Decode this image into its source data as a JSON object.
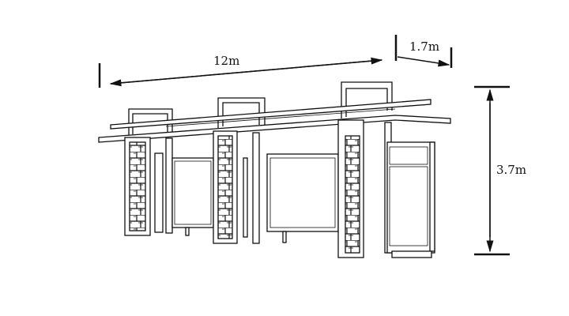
{
  "dimensions": {
    "length": "12m",
    "depth": "1.7m",
    "height": "3.7m"
  },
  "colors": {
    "line": "#111111",
    "background": "#ffffff"
  }
}
